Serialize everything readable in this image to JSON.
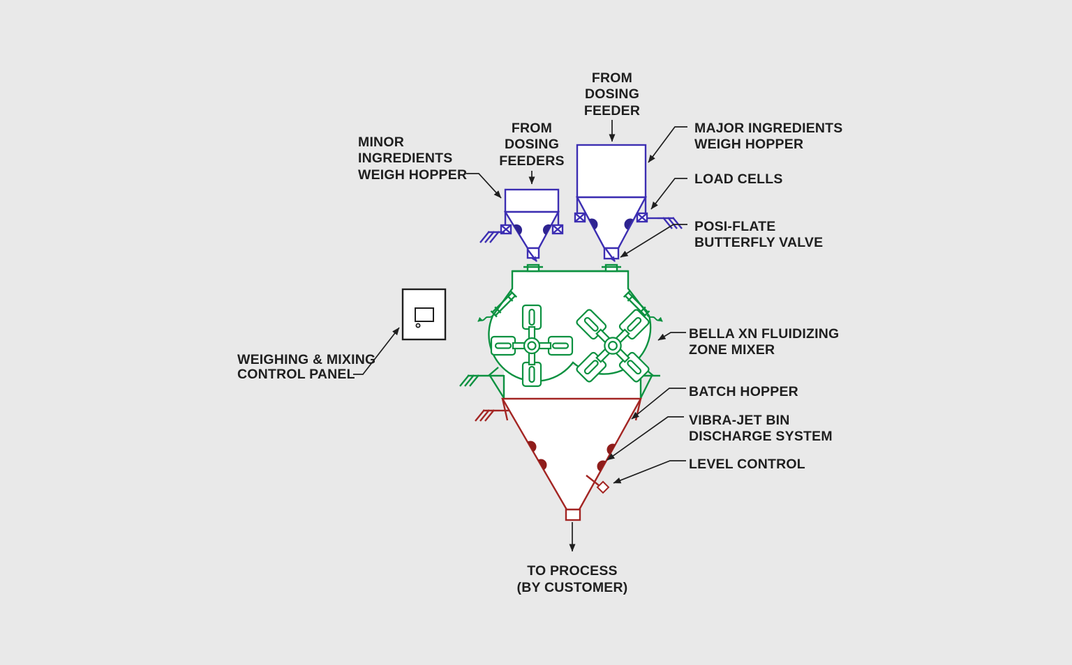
{
  "colors": {
    "background": "#e9e9e9",
    "weigh_hopper_blue": "#3c2eb2",
    "mixer_green": "#0c9140",
    "batch_hopper_red": "#a32523",
    "label_black": "#1f1f1f"
  },
  "labels": {
    "from_dosing_feeder": {
      "lines": [
        "FROM",
        "DOSING",
        "FEEDER"
      ]
    },
    "from_dosing_feeders": {
      "lines": [
        "FROM",
        "DOSING",
        "FEEDERS"
      ]
    },
    "minor_ingredients": {
      "lines": [
        "MINOR",
        "INGREDIENTS",
        "WEIGH HOPPER"
      ]
    },
    "major_ingredients": {
      "lines": [
        "MAJOR INGREDIENTS",
        "WEIGH HOPPER"
      ]
    },
    "load_cells": {
      "lines": [
        "LOAD CELLS"
      ]
    },
    "posi_flate": {
      "lines": [
        "POSI-FLATE",
        "BUTTERFLY VALVE"
      ]
    },
    "bella_mixer": {
      "lines": [
        "BELLA XN FLUIDIZING",
        "ZONE MIXER"
      ]
    },
    "batch_hopper": {
      "lines": [
        "BATCH HOPPER"
      ]
    },
    "vibra_jet": {
      "lines": [
        "VIBRA-JET BIN",
        "DISCHARGE SYSTEM"
      ]
    },
    "level_control": {
      "lines": [
        "LEVEL CONTROL"
      ]
    },
    "control_panel": {
      "lines": [
        "WEIGHING & MIXING",
        "CONTROL PANEL"
      ]
    },
    "to_process": {
      "lines": [
        "TO PROCESS",
        "(BY CUSTOMER)"
      ]
    }
  }
}
